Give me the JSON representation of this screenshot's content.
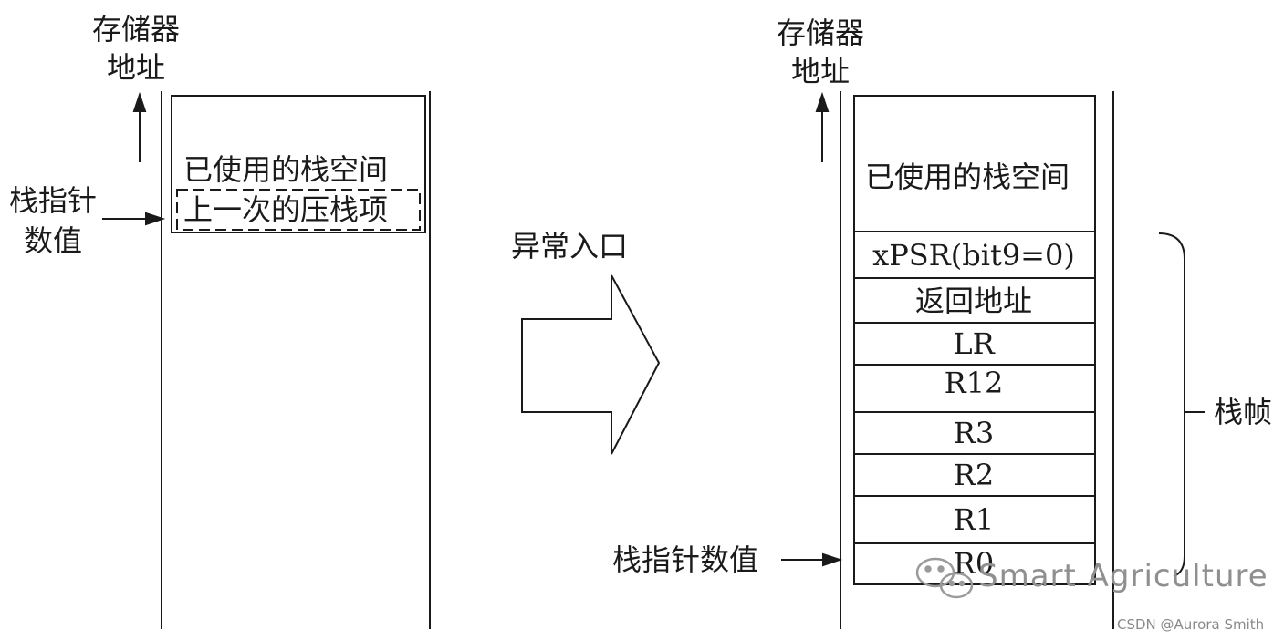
{
  "left": {
    "address_label_line1": "存储器",
    "address_label_line2": "地址",
    "used_stack": "已使用的栈空间",
    "last_push": "上一次的压栈项",
    "sp_label_line1": "栈指针",
    "sp_label_line2": "数值"
  },
  "transition": {
    "label": "异常入口"
  },
  "right": {
    "address_label_line1": "存储器",
    "address_label_line2": "地址",
    "used_stack": "已使用的栈空间",
    "stack_frame": [
      "xPSR(bit9=0)",
      "返回地址",
      "LR",
      "R12",
      "R3",
      "R2",
      "R1",
      "R0"
    ],
    "frame_brace_label": "栈帧",
    "sp_label": "栈指针数值"
  },
  "watermark": {
    "brand": "Smart Agriculture",
    "credit": "CSDN @Aurora Smith"
  }
}
